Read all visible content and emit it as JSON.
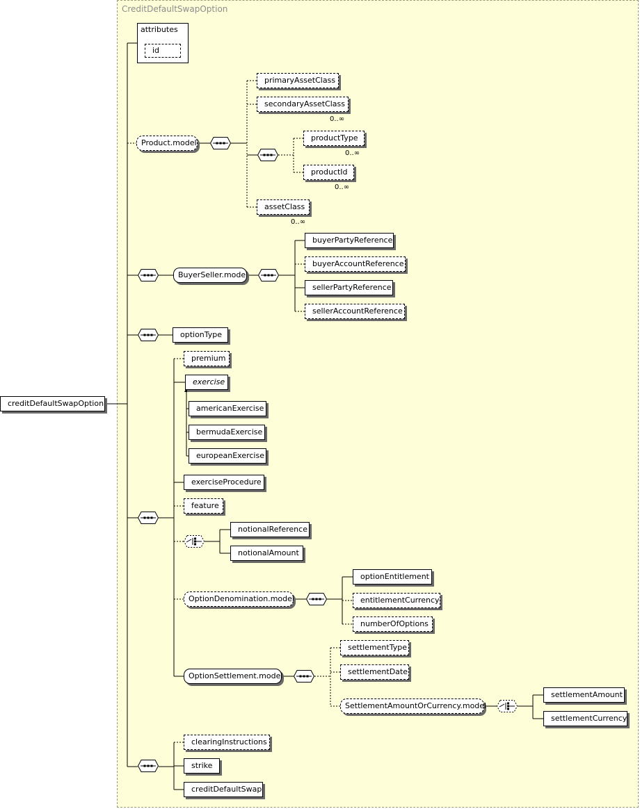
{
  "diagram": {
    "container_title": "CreditDefaultSwapOption",
    "root": "creditDefaultSwapOption",
    "attributes": {
      "label": "attributes",
      "items": [
        "id"
      ]
    },
    "product_model": {
      "label": "Product.model",
      "primary_asset_class": "primaryAssetClass",
      "secondary_asset_class": "secondaryAssetClass",
      "secondary_card": "0..∞",
      "product_type": "productType",
      "product_type_card": "0..∞",
      "product_id": "productId",
      "product_id_card": "0..∞",
      "asset_class": "assetClass",
      "asset_class_card": "0..∞"
    },
    "buyer_seller_model": {
      "label": "BuyerSeller.model",
      "items": [
        "buyerPartyReference",
        "buyerAccountReference",
        "sellerPartyReference",
        "sellerAccountReference"
      ]
    },
    "option_type": "optionType",
    "premium": "premium",
    "exercise": "exercise",
    "exercise_subs": [
      "americanExercise",
      "bermudaExercise",
      "europeanExercise"
    ],
    "exercise_procedure": "exerciseProcedure",
    "feature": "feature",
    "notional_choice": [
      "notionalReference",
      "notionalAmount"
    ],
    "option_denomination_model": {
      "label": "OptionDenomination.model",
      "items": [
        "optionEntitlement",
        "entitlementCurrency",
        "numberOfOptions"
      ]
    },
    "option_settlement_model": {
      "label": "OptionSettlement.model",
      "settlement_type": "settlementType",
      "settlement_date": "settlementDate",
      "amount_or_currency": {
        "label": "SettlementAmountOrCurrency.model",
        "items": [
          "settlementAmount",
          "settlementCurrency"
        ]
      }
    },
    "clearing_instructions": "clearingInstructions",
    "strike": "strike",
    "credit_default_swap": "creditDefaultSwap"
  }
}
